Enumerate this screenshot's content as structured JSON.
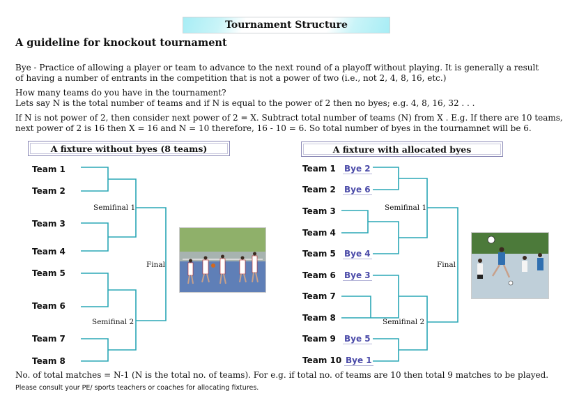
{
  "title": "Tournament Structure",
  "subtitle": "A guideline for knockout tournament",
  "paragraphs": [
    "Bye - Practice of allowing a player or team to advance to the next round of a playoff without playing. It is generally a result",
    "of having a number of entrants in the competition that is not a power of two (i.e., not 2, 4, 8, 16, etc.)",
    "How many teams do you have in the tournament?",
    "Lets say N is the total number of teams and if N is equal to the power of 2 then no byes; e.g. 4, 8, 16, 32 . . .",
    "If N is not power of 2, then consider next power of 2 = X. Subtract total number of teams (N) from X . E.g. If  there are 10 teams,",
    "next power of 2 is 16 then X = 16 and N = 10 therefore, 16 - 10 = 6. So total number of byes in the tournamnet will be 6."
  ],
  "left_fixture": {
    "title": "A fixture without  byes (8 teams)",
    "teams": [
      "Team 1",
      "Team 2",
      "Team 3",
      "Team 4",
      "Team 5",
      "Team 6",
      "Team 7",
      "Team 8"
    ],
    "semifinal1": "Semifinal 1",
    "semifinal2": "Semifinal 2",
    "final": "Final",
    "photo": "basketball-photo"
  },
  "right_fixture": {
    "title": "A fixture with allocated byes",
    "teams": [
      "Team 1",
      "Team 2",
      "Team 3",
      "Team 4",
      "Team 5",
      "Team 6",
      "Team 7",
      "Team 8",
      "Team 9",
      "Team 10"
    ],
    "byes": [
      "Bye 2",
      "Bye 6",
      "Bye 4",
      "Bye 3",
      "Bye 5",
      "Bye 1"
    ],
    "semifinal1": "Semifinal 1",
    "semifinal2": "Semifinal 2",
    "final": "Final",
    "photo": "football-photo"
  },
  "footer": {
    "line1": "No. of total matches = N-1 (N is the total no. of teams). For e.g. if total no. of teams are 10 then total 9 matches to be played.",
    "line2": "Please consult your PE/ sports teachers or coaches for allocating fixtures."
  },
  "colors": {
    "bracket": "#2aa7b5",
    "bye": "#4a4aa8",
    "banner": "#a7edf5"
  }
}
